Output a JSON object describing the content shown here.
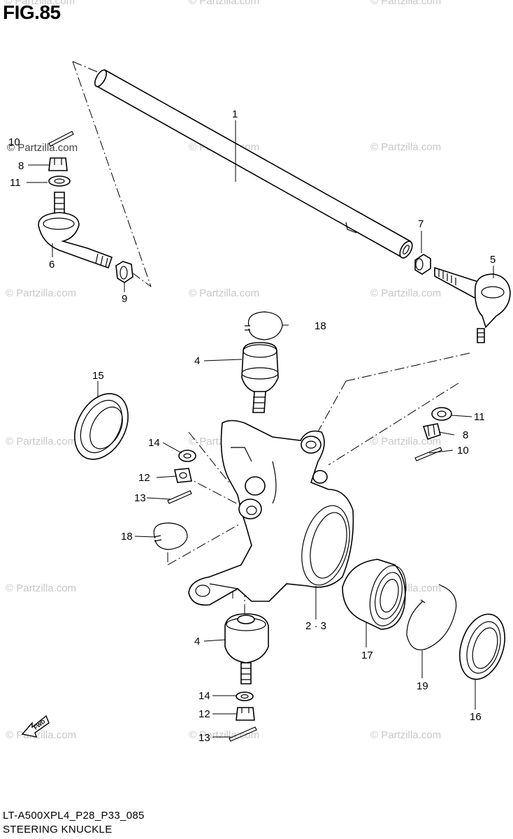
{
  "figure": {
    "title": "FIG.85",
    "code": "LT-A500XPL4_P28_P33_085",
    "name": "STEERING KNUCKLE",
    "watermark": "© Partzilla.com",
    "fwd_label": "FWD"
  },
  "callouts": {
    "c1": "1",
    "c2_3": "2 · 3",
    "c4a": "4",
    "c4b": "4",
    "c5": "5",
    "c6": "6",
    "c7": "7",
    "c8a": "8",
    "c8b": "8",
    "c9": "9",
    "c10a": "10",
    "c10b": "10",
    "c11a": "11",
    "c11b": "11",
    "c12a": "12",
    "c12b": "12",
    "c13a": "13",
    "c13b": "13",
    "c14a": "14",
    "c14b": "14",
    "c15": "15",
    "c16": "16",
    "c17": "17",
    "c18a": "18",
    "c18b": "18",
    "c19": "19"
  }
}
